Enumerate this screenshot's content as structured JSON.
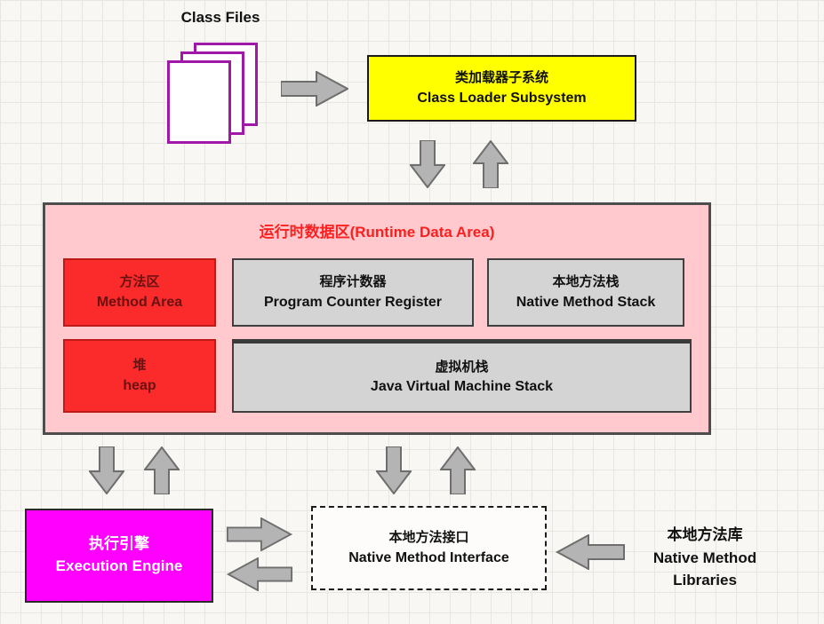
{
  "colors": {
    "class_loader_box": "#ffff00",
    "runtime_area_bg": "#ffc9cd",
    "red_box": "#fb2b2b",
    "gray_box": "#d4d4d4",
    "execution_engine_box": "#ff00ff",
    "runtime_title_text": "#fb1f1f",
    "doc_outline": "#a018a8",
    "arrow_fill": "#b4b4b4"
  },
  "class_files": {
    "label": "Class Files"
  },
  "class_loader_subsystem": {
    "line1": "类加载器子系统",
    "line2": "Class Loader Subsystem"
  },
  "runtime_data_area": {
    "title": "运行时数据区(Runtime Data Area)",
    "method_area": {
      "line1": "方法区",
      "line2": "Method Area"
    },
    "program_counter_register": {
      "line1": "程序计数器",
      "line2": "Program Counter Register"
    },
    "native_method_stack": {
      "line1": "本地方法栈",
      "line2": "Native Method Stack"
    },
    "heap": {
      "line1": "堆",
      "line2": "heap"
    },
    "java_virtual_machine_stack": {
      "line1": "虚拟机栈",
      "line2": "Java Virtual Machine Stack"
    }
  },
  "execution_engine": {
    "line1": "执行引擎",
    "line2": "Execution Engine"
  },
  "native_method_interface": {
    "line1": "本地方法接口",
    "line2": "Native Method Interface"
  },
  "native_method_libraries": {
    "line1": "本地方法库",
    "line2": "Native Method",
    "line3": "Libraries"
  }
}
